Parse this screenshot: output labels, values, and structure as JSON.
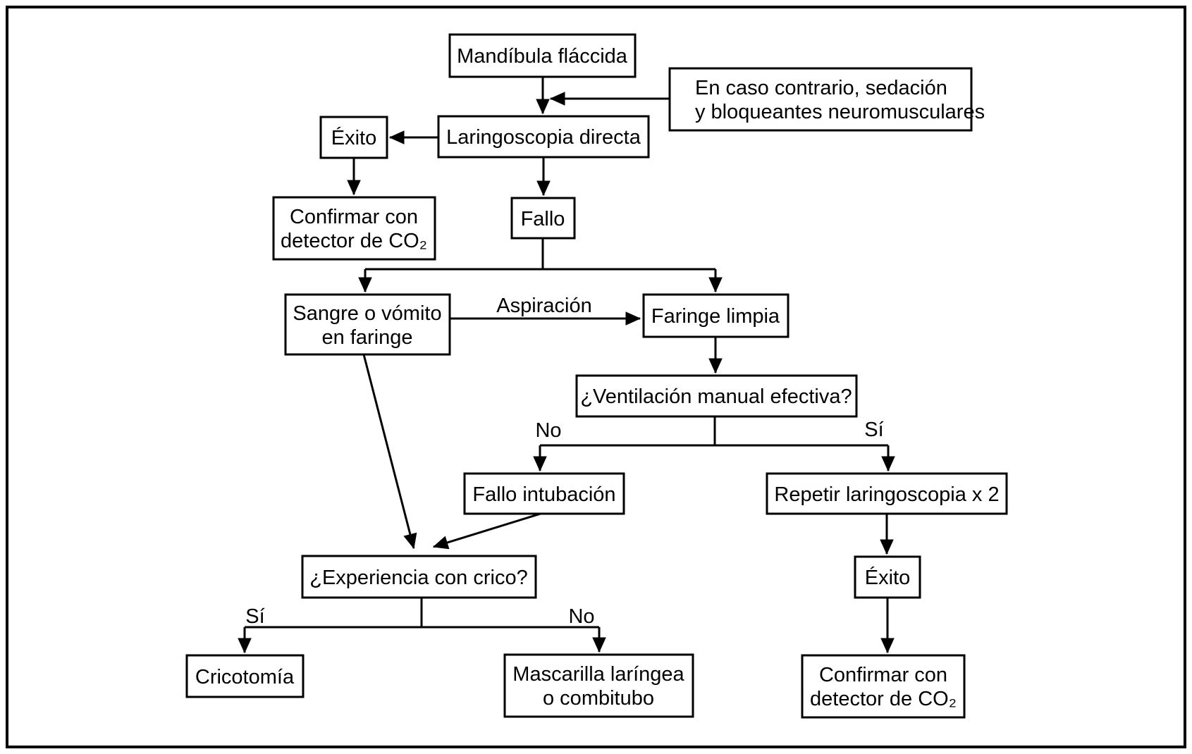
{
  "figure": {
    "type": "flowchart",
    "language": "es",
    "topic": "Algoritmo de intubación / manejo de vía aérea"
  },
  "colors": {
    "background": "#ffffff",
    "line": "#000000",
    "text": "#000000",
    "box_fill": "#ffffff"
  },
  "nodes": {
    "mandibula": {
      "label": "Mandíbula fláccida"
    },
    "sedacion": {
      "line1": "En caso contrario, sedación",
      "line2": "y bloqueantes neuromusculares"
    },
    "laringoscopia": {
      "label": "Laringoscopia directa"
    },
    "exito_izq": {
      "label": "Éxito"
    },
    "confirmar_izq": {
      "line1": "Confirmar con",
      "line2": "detector de CO₂"
    },
    "fallo": {
      "label": "Fallo"
    },
    "sangre": {
      "line1": "Sangre o vómito",
      "line2": "en faringe"
    },
    "faringe": {
      "label": "Faringe limpia"
    },
    "ventilacion": {
      "label": "¿Ventilación manual efectiva?"
    },
    "fallo_intubacion": {
      "label": "Fallo intubación"
    },
    "repetir": {
      "label": "Repetir laringoscopia x 2"
    },
    "exito_der": {
      "label": "Éxito"
    },
    "confirmar_der": {
      "line1": "Confirmar con",
      "line2": "detector de CO₂"
    },
    "experiencia": {
      "label": "¿Experiencia con crico?"
    },
    "cricotomia": {
      "label": "Cricotomía"
    },
    "mascarilla": {
      "line1": "Mascarilla laríngea",
      "line2": "o combitubo"
    }
  },
  "edge_labels": {
    "aspiracion": "Aspiración",
    "ventilacion_no": "No",
    "ventilacion_si": "Sí",
    "experiencia_si": "Sí",
    "experiencia_no": "No"
  }
}
